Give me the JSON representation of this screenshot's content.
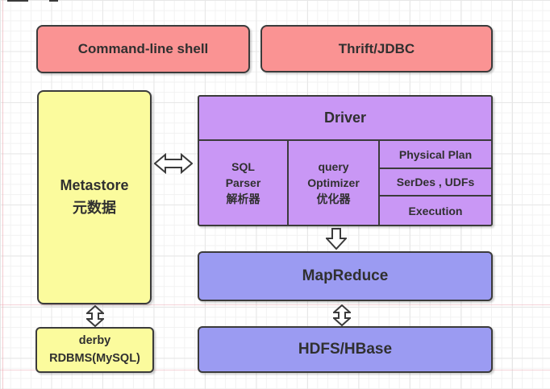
{
  "nodes": {
    "command_line_shell": {
      "label": "Command-line shell"
    },
    "thrift_jdbc": {
      "label": "Thrift/JDBC"
    },
    "metastore": {
      "title": "Metastore",
      "subtitle": "元数据"
    },
    "driver": {
      "title": "Driver"
    },
    "sql_parser": {
      "lines": [
        "SQL",
        "Parser",
        "解析器"
      ]
    },
    "query_optimizer": {
      "lines": [
        "query",
        "Optimizer",
        "优化器"
      ]
    },
    "physical_plan": {
      "label": "Physical Plan"
    },
    "serdes_udfs": {
      "label": "SerDes , UDFs"
    },
    "execution": {
      "label": "Execution"
    },
    "mapreduce": {
      "label": "MapReduce"
    },
    "hdfs_hbase": {
      "label": "HDFS/HBase"
    },
    "derby_rdbms": {
      "lines": [
        "derby",
        "RDBMS(MySQL)"
      ]
    }
  },
  "colors": {
    "pink": "#fa9393",
    "purple": "#c997f5",
    "blue": "#9b9bf2",
    "yellow": "#fbfb9d",
    "border": "#3b3b3b",
    "text": "#303030",
    "grid_minor": "#f2f2f2",
    "grid_major": "#e7e7e7",
    "guide_pink": "#eba0aa"
  },
  "arrows": [
    {
      "name": "metastore-driver",
      "type": "double-horizontal"
    },
    {
      "name": "driver-mapreduce",
      "type": "down"
    },
    {
      "name": "mapreduce-hdfs",
      "type": "double-vertical"
    },
    {
      "name": "metastore-derby",
      "type": "double-vertical"
    }
  ]
}
